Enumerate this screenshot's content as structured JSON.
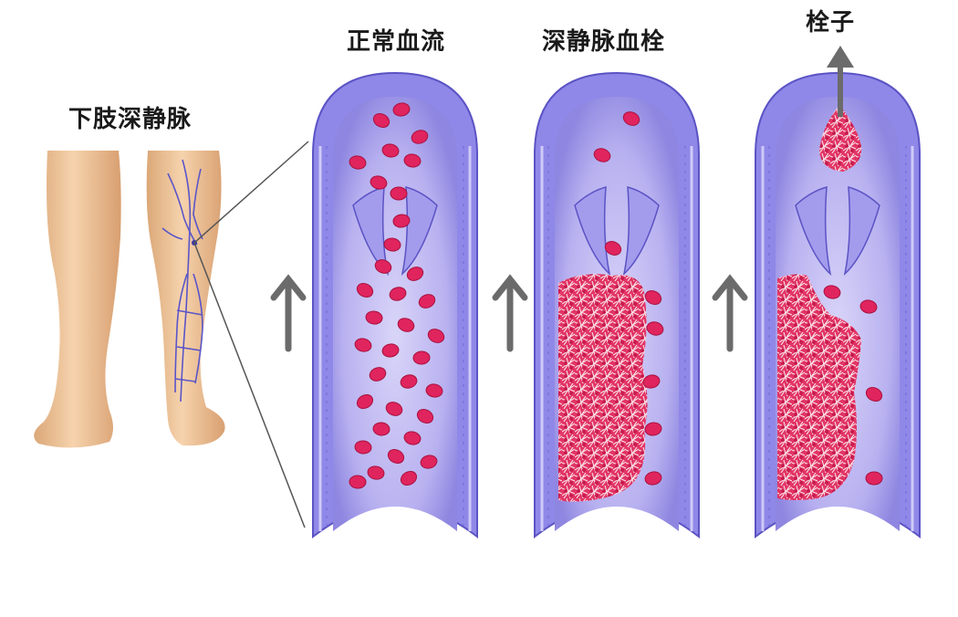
{
  "labels": {
    "leg": "下肢深静脉",
    "normal": "正常血流",
    "dvt": "深静脉血栓",
    "embolus": "栓子"
  },
  "icons": {
    "flow": "arrow-up-icon",
    "embolus_motion": "arrow-up-icon"
  },
  "colors": {
    "vessel_wall": "#8f88e8",
    "vessel_inner": "#b9b3f2",
    "vessel_lumen": "#c9c3f5",
    "red_cell": "#e0245e",
    "clot": "#e8336b",
    "fibrin": "#f7d8e0",
    "skin": "#f0c79a",
    "arrow": "#6b6b6b",
    "vein": "#5a55c8"
  }
}
